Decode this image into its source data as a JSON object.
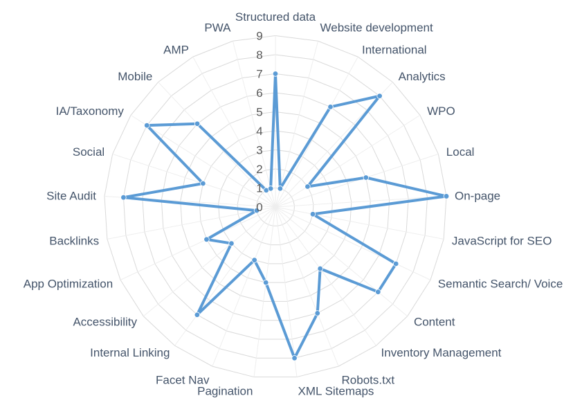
{
  "chart_data": {
    "type": "radar",
    "categories": [
      "Structured data",
      "Website development",
      "International",
      "Analytics",
      "WPO",
      "Local",
      "On-page",
      "JavaScript for SEO",
      "Semantic Search/ Voice",
      "Content",
      "Inventory Management",
      "Robots.txt",
      "XML Sitemaps",
      "Pagination",
      "Facet Nav",
      "Internal Linking",
      "Accessibility",
      "App Optimization",
      "Backlinks",
      "Site Audit",
      "Social",
      "IA/Taxonomy",
      "Mobile",
      "AMP",
      "PWA"
    ],
    "values": [
      7,
      1,
      6,
      8,
      2,
      5,
      9,
      2,
      7,
      7,
      4,
      6,
      8,
      4,
      3,
      7,
      3,
      4,
      1,
      8,
      4,
      8,
      6,
      1,
      1
    ],
    "rlim": [
      0,
      9
    ],
    "ticks": [
      "0",
      "1",
      "2",
      "3",
      "4",
      "5",
      "6",
      "7",
      "8",
      "9"
    ],
    "grid": true,
    "legend": "none",
    "colors": {
      "series": "#5b9bd5",
      "grid": "#d9d9d9"
    }
  }
}
